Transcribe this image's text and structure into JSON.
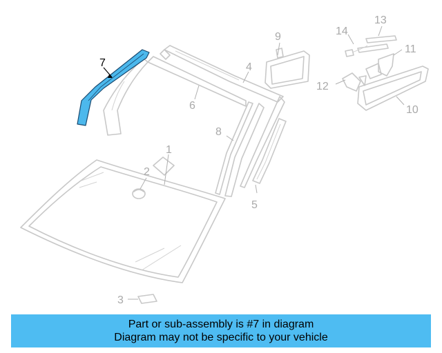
{
  "diagram": {
    "callouts": {
      "c1": "1",
      "c2": "2",
      "c3": "3",
      "c4": "4",
      "c5": "5",
      "c6": "6",
      "c7": "7",
      "c8": "8",
      "c9": "9",
      "c10": "10",
      "c11": "11",
      "c12": "12",
      "c13": "13",
      "c14": "14"
    },
    "highlight_color": "#4cb8ec",
    "part_color": "#c8c8c8"
  },
  "banner": {
    "line1": "Part or sub-assembly is #7 in diagram",
    "line2": "Diagram may not be specific to your vehicle",
    "background": "#4ebcf2"
  }
}
